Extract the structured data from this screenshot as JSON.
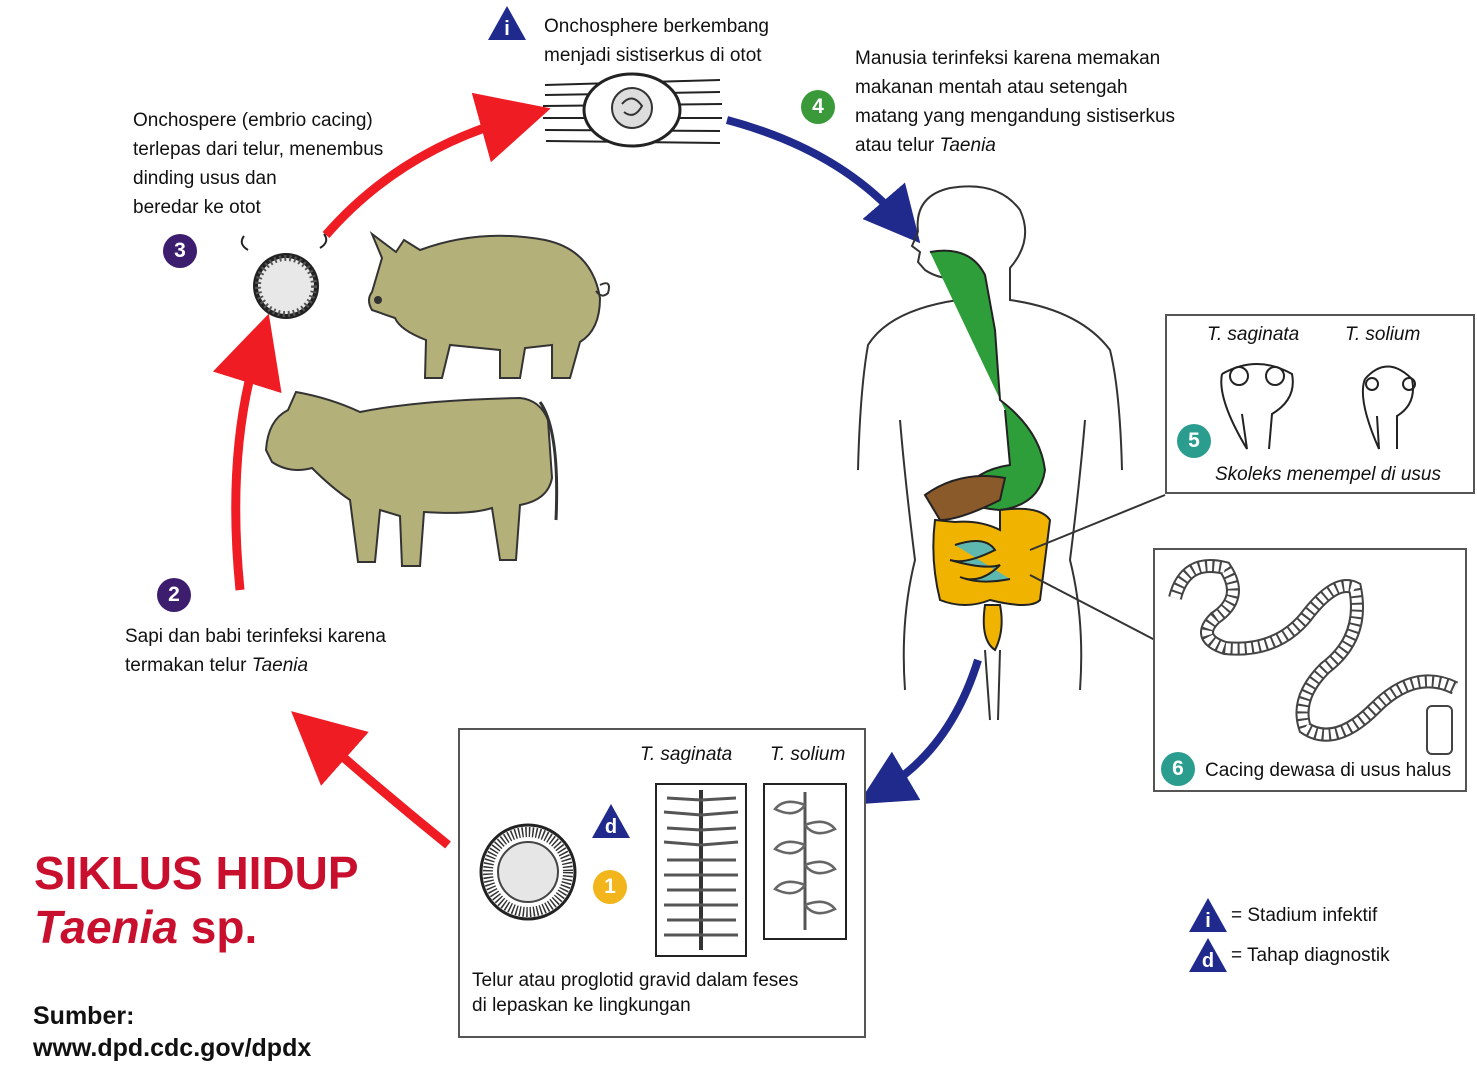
{
  "title": {
    "line1": "SIKLUS HIDUP",
    "line2_italic": "Taenia",
    "line2_rest": " sp."
  },
  "source": {
    "label": "Sumber:",
    "url": "www.dpd.cdc.gov/dpdx"
  },
  "stages": [
    {
      "number": "1",
      "color": "#f2b51b",
      "text_line1": "Telur atau proglotid gravid dalam feses",
      "text_line2": "di lepaskan ke lingkungan"
    },
    {
      "number": "2",
      "color": "#3d1d6e",
      "text_line1": "Sapi dan babi terinfeksi karena",
      "text_line2_pre": "termakan telur ",
      "text_line2_italic": "Taenia"
    },
    {
      "number": "3",
      "color": "#3d1d6e",
      "lines": [
        "Onchospere (embrio cacing)",
        "terlepas dari telur, menembus",
        "dinding usus dan",
        "beredar ke otot"
      ]
    },
    {
      "number": "4",
      "color": "#3a9a3a",
      "lines": [
        "Manusia terinfeksi karena memakan",
        "makanan mentah atau setengah",
        "matang yang mengandung  sistiserkus"
      ],
      "last_pre": "atau telur ",
      "last_italic": "Taenia"
    },
    {
      "number": "5",
      "color": "#2a9d8f",
      "caption": "Skoleks menempel di usus",
      "species": [
        "T. saginata",
        "T. solium"
      ]
    },
    {
      "number": "6",
      "color": "#2a9d8f",
      "caption": "Cacing dewasa di usus halus"
    }
  ],
  "infective_stage": {
    "symbol": "i",
    "lines": [
      "Onchosphere berkembang",
      "menjadi sistiserkus di otot"
    ]
  },
  "egg_box": {
    "diagnostic_symbol": "d",
    "species": [
      "T. saginata",
      "T. solium"
    ]
  },
  "legend": [
    {
      "symbol": "i",
      "text": "= Stadium infektif"
    },
    {
      "symbol": "d",
      "text": "=  Tahap diagnostik"
    }
  ],
  "colors": {
    "infection_arrow": "#f01c24",
    "human_arrow": "#1f2a8c",
    "animal_fill": "#b4b079",
    "triangle": "#1f2a8c"
  },
  "icons": [
    "pig-icon",
    "cow-icon",
    "human-body-icon",
    "egg-icon",
    "cyst-icon",
    "scolex-icon",
    "tapeworm-icon",
    "proglottid-icon"
  ]
}
